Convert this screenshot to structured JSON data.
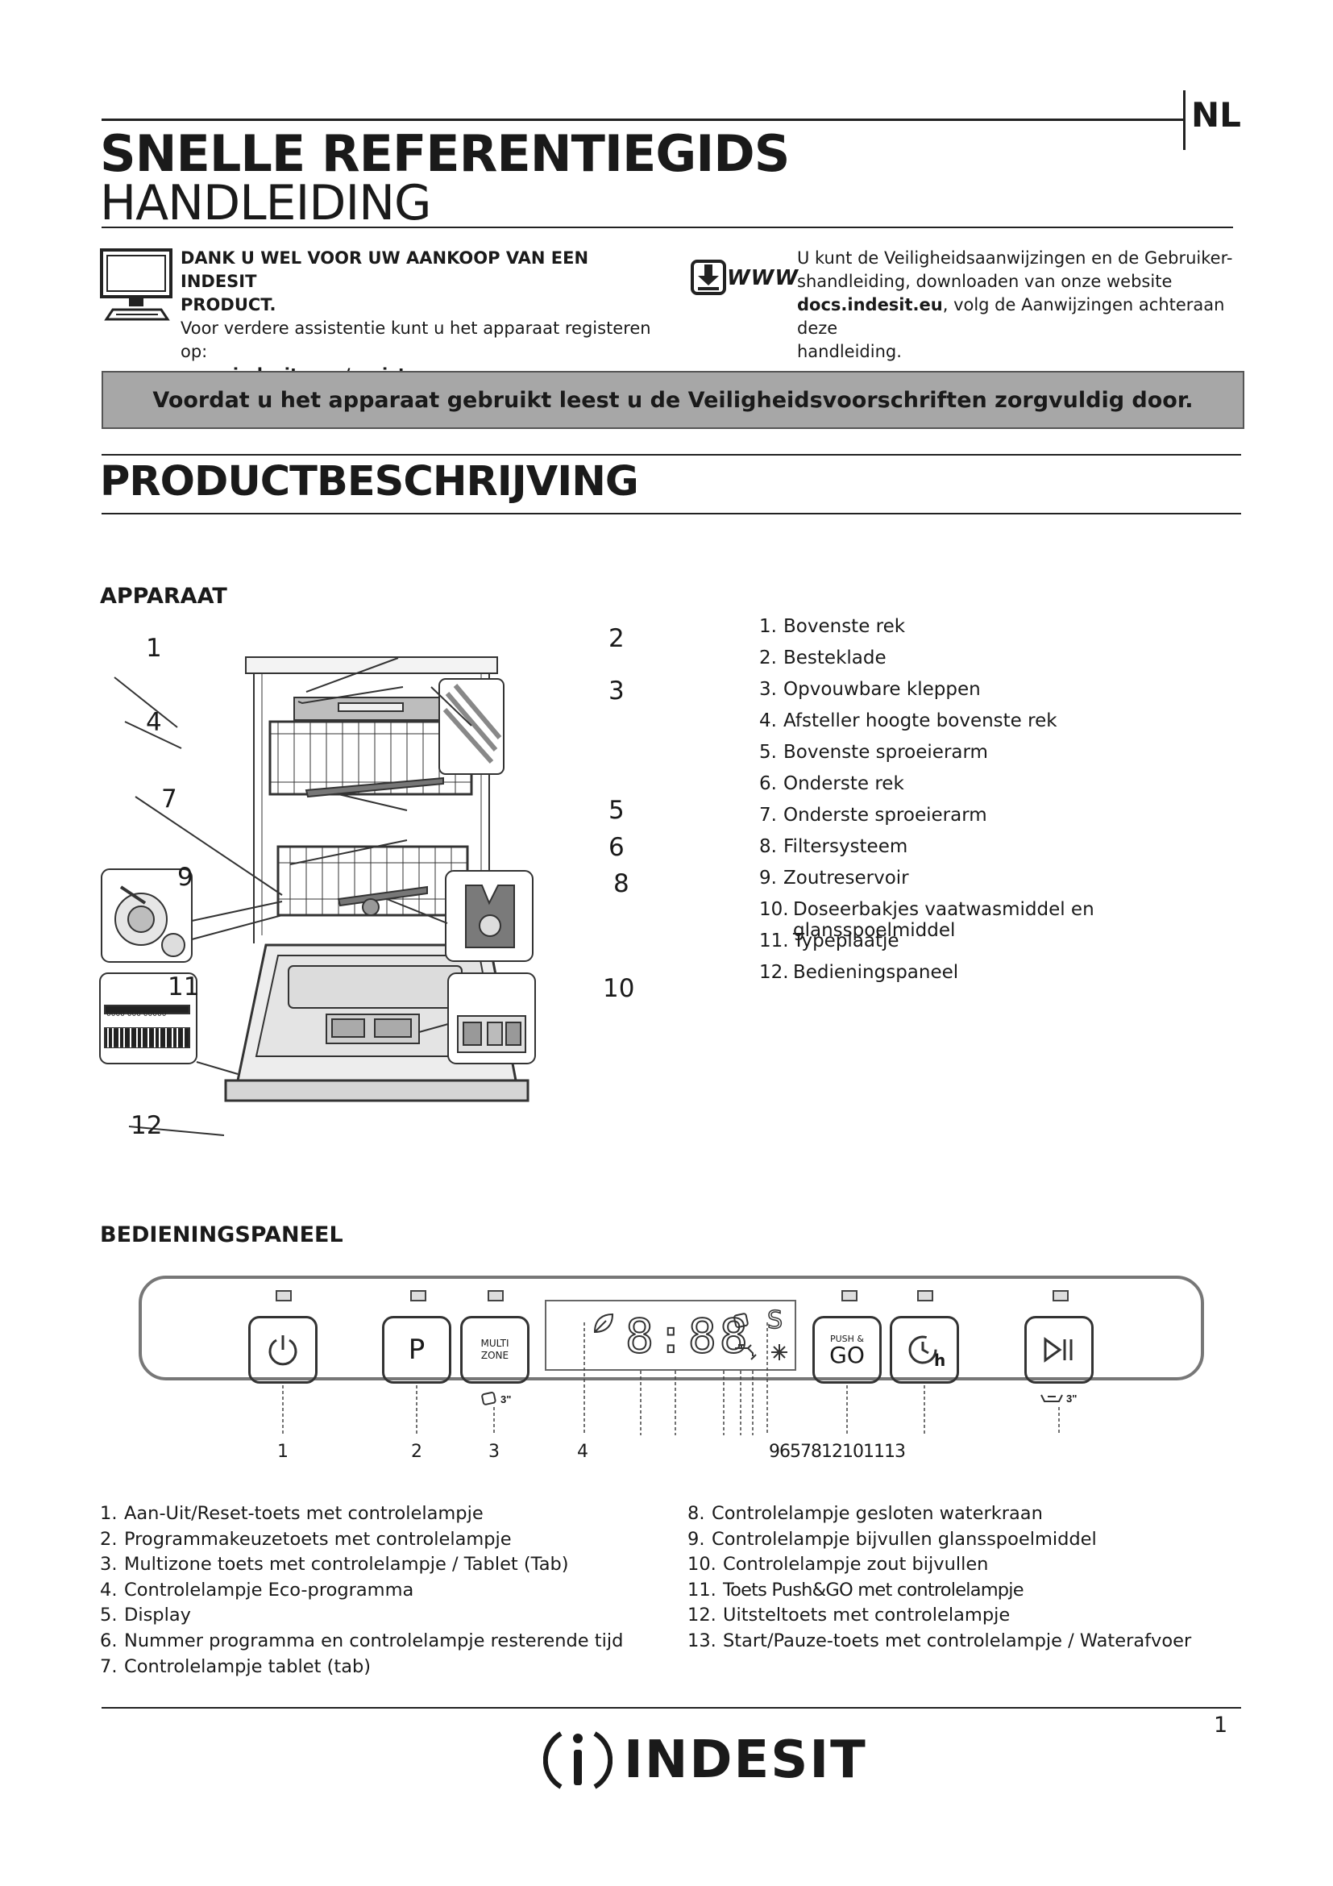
{
  "header": {
    "lang": "NL",
    "title": "SNELLE REFERENTIEGIDS",
    "subtitle": "HANDLEIDING"
  },
  "intro_left": {
    "heading_line1": "DANK U WEL VOOR UW AANKOOP VAN EEN INDESIT",
    "heading_line2": "PRODUCT.",
    "text": "Voor verdere assistentie kunt u het apparaat registeren op:",
    "link": "www.indesit.com/register"
  },
  "intro_right": {
    "icon_text": "WWW",
    "line1": "U kunt de Veiligheidsaanwijzingen en de Gebruiker-",
    "line2": "shandleiding, downloaden van onze website",
    "link": "docs.indesit.eu",
    "line3_rest": ", volg de Aanwijzingen achteraan deze",
    "line4": "handleiding."
  },
  "banner": "Voordat u het apparaat gebruikt leest u de Veiligheidsvoorschriften zorgvuldig door.",
  "section_title": "PRODUCTBESCHRIJVING",
  "apparaat": {
    "heading": "APPARAAT",
    "callouts": [
      "1",
      "2",
      "3",
      "4",
      "5",
      "6",
      "7",
      "8",
      "9",
      "10",
      "11",
      "12"
    ],
    "label_service": "Service:",
    "label_serial": "0000 000 00000",
    "parts": [
      {
        "n": "1.",
        "t": "Bovenste rek"
      },
      {
        "n": "2.",
        "t": "Besteklade"
      },
      {
        "n": "3.",
        "t": "Opvouwbare kleppen"
      },
      {
        "n": "4.",
        "t": "Afsteller hoogte bovenste rek"
      },
      {
        "n": "5.",
        "t": "Bovenste sproeierarm"
      },
      {
        "n": "6.",
        "t": "Onderste rek"
      },
      {
        "n": "7.",
        "t": "Onderste sproeierarm"
      },
      {
        "n": "8.",
        "t": "Filtersysteem"
      },
      {
        "n": "9.",
        "t": "Zoutreservoir"
      },
      {
        "n": "10.",
        "t": "Doseerbakjes vaatwasmiddel en glansspoelmiddel"
      },
      {
        "n": "11.",
        "t": "Typeplaatje"
      },
      {
        "n": "12.",
        "t": "Bedieningspaneel"
      }
    ]
  },
  "panel": {
    "heading": "BEDIENINGSPANEEL",
    "btn_p": "P",
    "btn_multi_1": "MULTI",
    "btn_multi_2": "ZONE",
    "multi_hint": "3\"",
    "display_digits": "8:88",
    "display_s": "S",
    "pushgo_1": "PUSH &",
    "pushgo_2": "GO",
    "delay_h": "h",
    "startpause_hint": "3\"",
    "num_1": "1",
    "num_2": "2",
    "num_3": "3",
    "num_4": "4",
    "num_row": "9657812101113",
    "left_list": [
      {
        "n": "1.",
        "t": "Aan-Uit/Reset-toets met controlelampje"
      },
      {
        "n": "2.",
        "t": "Programmakeuzetoets met controlelampje"
      },
      {
        "n": "3.",
        "t": "Multizone toets met controlelampje /  Tablet (Tab)"
      },
      {
        "n": "4.",
        "t": "Controlelampje Eco-programma"
      },
      {
        "n": "5.",
        "t": "Display"
      },
      {
        "n": "6.",
        "t": "Nummer programma en controlelampje resterende tijd"
      },
      {
        "n": "7.",
        "t": "Controlelampje tablet (tab)"
      }
    ],
    "right_list": [
      {
        "n": "8.",
        "t": "Controlelampje gesloten waterkraan"
      },
      {
        "n": "9.",
        "t": "Controlelampje bijvullen glansspoelmiddel"
      },
      {
        "n": "10.",
        "t": "Controlelampje zout bijvullen"
      },
      {
        "n": "11.",
        "t": "Toets Push&GO met controlelampje"
      },
      {
        "n": "12.",
        "t": "Uitsteltoets met controlelampje"
      },
      {
        "n": "13.",
        "t": "Start/Pauze-toets met controlelampje / Waterafvoer"
      }
    ]
  },
  "footer": {
    "page": "1",
    "brand": "INDESIT"
  },
  "colors": {
    "banner_bg": "#a7a7a7",
    "ink": "#1a1a1a"
  }
}
